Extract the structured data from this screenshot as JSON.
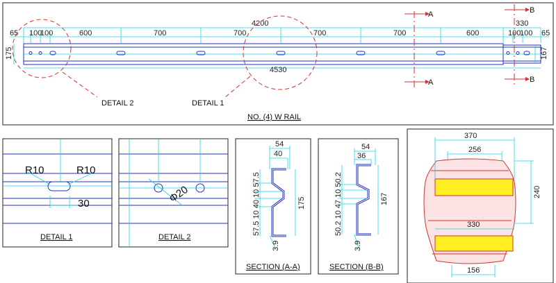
{
  "colors": {
    "cyan": "#19d3e6",
    "blue": "#2230b8",
    "red": "#d23232",
    "yellow": "#ffee22",
    "pink": "#f4c0c0"
  },
  "rail": {
    "title": "NO. (4) W RAIL",
    "dims_top": [
      "65",
      "100",
      "100",
      "600",
      "700",
      "700",
      "700",
      "700",
      "600",
      "100",
      "100",
      "65"
    ],
    "dim_4200": "4200",
    "dim_4530": "4530",
    "dim_330": "330",
    "dim_175": "175",
    "dim_167": "167",
    "section_a": "A",
    "section_b": "B",
    "detail2_callout": "DETAIL 2",
    "detail1_callout": "DETAIL 1"
  },
  "detail1": {
    "title": "DETAIL 1",
    "r_left": "R10",
    "r_right": "R10",
    "width": "30"
  },
  "detail2": {
    "title": "DETAIL 2",
    "dia": "Φ20"
  },
  "section_aa": {
    "title": "SECTION (A-A)",
    "top": "54",
    "inner": "40",
    "left_dims": "57.5  10  40  10  57.5",
    "height": "175",
    "thick": "3.9"
  },
  "section_bb": {
    "title": "SECTION (B-B)",
    "top": "54",
    "inner": "36",
    "left_dims": "50.2  10  47  10  50.2",
    "height": "167",
    "thick": "3.9"
  },
  "barrel": {
    "top": "370",
    "upper": "256",
    "middle": "330",
    "bottom": "156",
    "height": "240"
  }
}
